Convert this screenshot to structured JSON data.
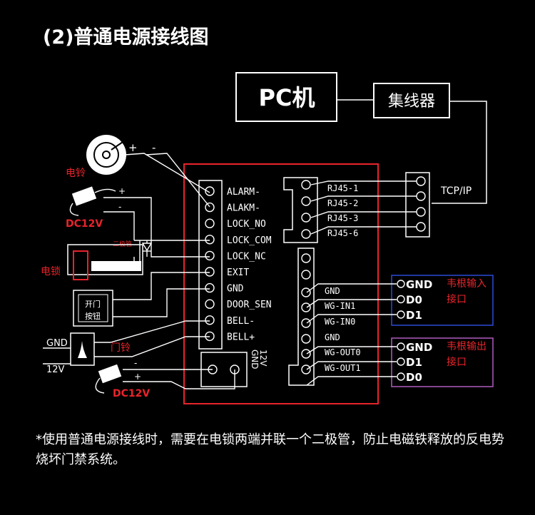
{
  "title": "(2)普通电源接线图",
  "pc_label": "PC机",
  "hub_label": "集线器",
  "tcpip_label": "TCP/IP",
  "bell_label": "电铃",
  "dc_top_label": "DC12V",
  "lock_label": "电锁",
  "diode_label": "二极管",
  "exit_button_label_1": "开门",
  "exit_button_label_2": "按钮",
  "doorbell_label": "门铃",
  "gnd_label": "GND",
  "v12_label": "12V",
  "dc_bottom_label": "DC12V",
  "plus": "+",
  "minus": "-",
  "left_terminals": [
    "ALARM-",
    "ALAKM-",
    "LOCK_NO",
    "LOCK_COM",
    "LOCK_NC",
    "EXIT",
    "GND",
    "DOOR_SEN",
    "BELL-",
    "BELL+"
  ],
  "power_label_12v": "12V",
  "power_label_gnd": "GND",
  "rj_terminals": [
    "RJ45-1",
    "RJ45-2",
    "RJ45-3",
    "RJ45-6"
  ],
  "right_terminals": [
    "GND",
    "WG-IN1",
    "WG-IN0",
    "GND",
    "WG-OUT0",
    "WG-OUT1"
  ],
  "wg_in_box": {
    "lines": [
      "GND",
      "D0",
      "D1"
    ],
    "label_1": "韦根输入",
    "label_2": "接口",
    "color": "#2a4bd6"
  },
  "wg_out_box": {
    "lines": [
      "GND",
      "D1",
      "D0"
    ],
    "label_1": "韦根输出",
    "label_2": "接口",
    "color": "#b05cc0"
  },
  "note": "*使用普通电源接线时，需要在电锁两端并联一个二极管，防止电磁铁释放的反电势烧坏门禁系统。",
  "colors": {
    "red": "#e8242b",
    "white": "#ffffff",
    "background": "#000000"
  }
}
